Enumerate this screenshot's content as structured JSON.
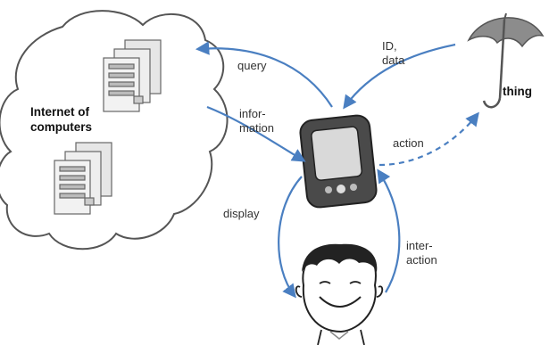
{
  "cloud": {
    "label_line1": "Internet of",
    "label_line2": "computers"
  },
  "thing": {
    "label": "thing",
    "icon": "umbrella-icon"
  },
  "device": {
    "icon": "pda-icon"
  },
  "person": {
    "icon": "person-face-icon"
  },
  "servers": {
    "icon": "server-rack-icon"
  },
  "arrows": {
    "query": "query",
    "information_line1": "infor-",
    "information_line2": "mation",
    "id_data_line1": "ID,",
    "id_data_line2": "data",
    "action": "action",
    "display": "display",
    "interaction_line1": "inter-",
    "interaction_line2": "action"
  },
  "colors": {
    "arrow": "#4a7fc1",
    "outline": "#555555",
    "server_fill": "#e6e6e6",
    "umbrella_fill": "#8c8c8c",
    "device_fill": "#4a4a4a",
    "screen_fill": "#d9d9d9"
  }
}
